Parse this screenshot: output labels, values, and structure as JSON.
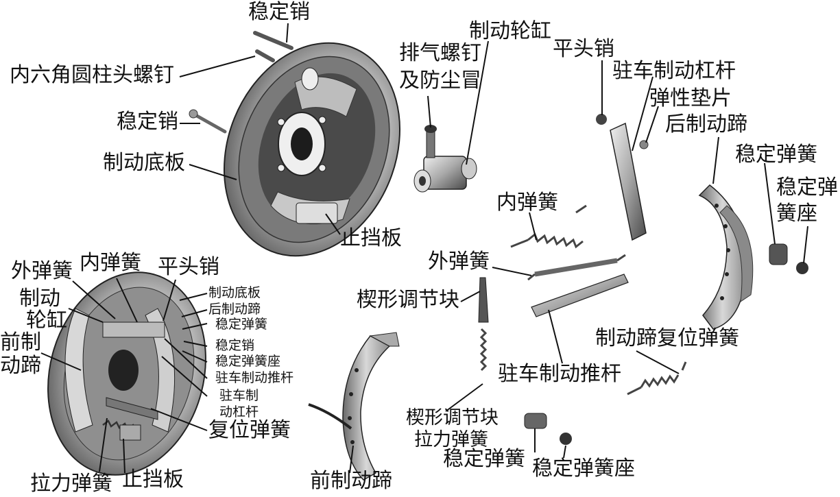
{
  "labels": {
    "stab_pin_top": "稳定销",
    "hex_bolt": "内六角圆柱头螺钉",
    "stab_pin_left": "稳定销",
    "brake_plate": "制动底板",
    "stop_plate_top": "止挡板",
    "bleeder_line1": "排气螺钉",
    "bleeder_line2": "及防尘冒",
    "wheel_cylinder": "制动轮缸",
    "flat_pin_top": "平头销",
    "park_lever": "驻车制动杠杆",
    "elastic_pad": "弹性垫片",
    "rear_shoe": "后制动蹄",
    "stab_spring_r": "稳定弹簧",
    "stab_seat_r_line1": "稳定弹",
    "stab_seat_r_line2": "簧座",
    "inner_spring": "内弹簧",
    "outer_spring": "外弹簧",
    "wedge": "楔形调节块",
    "return_spring": "制动蹄复位弹簧",
    "park_push_rod": "驻车制动推杆",
    "wedge_spring_line1": "楔形调节块",
    "wedge_spring_line2": "拉力弹簧",
    "stab_spring_b": "稳定弹簧",
    "stab_seat_b": "稳定弹簧座",
    "front_shoe_b": "前制动蹄",
    "a_outer_spring": "外弹簧",
    "a_inner_spring": "内弹簧",
    "a_flat_pin": "平头销",
    "a_wheel_cyl_line1": "制动",
    "a_wheel_cyl_line2": "轮缸",
    "a_front_shoe_line1": "前制",
    "a_front_shoe_line2": "动蹄",
    "a_brake_plate": "制动底板",
    "a_rear_shoe": "后制动蹄",
    "a_stab_spring": "稳定弹簧",
    "a_stab_pin": "稳定销",
    "a_stab_seat": "稳定弹簧座",
    "a_park_push_rod": "驻车制动推杆",
    "a_park_lever_line1": "驻车制",
    "a_park_lever_line2": "动杠杆",
    "a_return_spring": "复位弹簧",
    "a_tension_spring": "拉力弹簧",
    "a_stop_plate": "止挡板"
  },
  "colors": {
    "line": "#111111",
    "metal_dark": "#3a3a3a",
    "metal_mid": "#8a8a8a",
    "metal_light": "#d4d4d4"
  }
}
